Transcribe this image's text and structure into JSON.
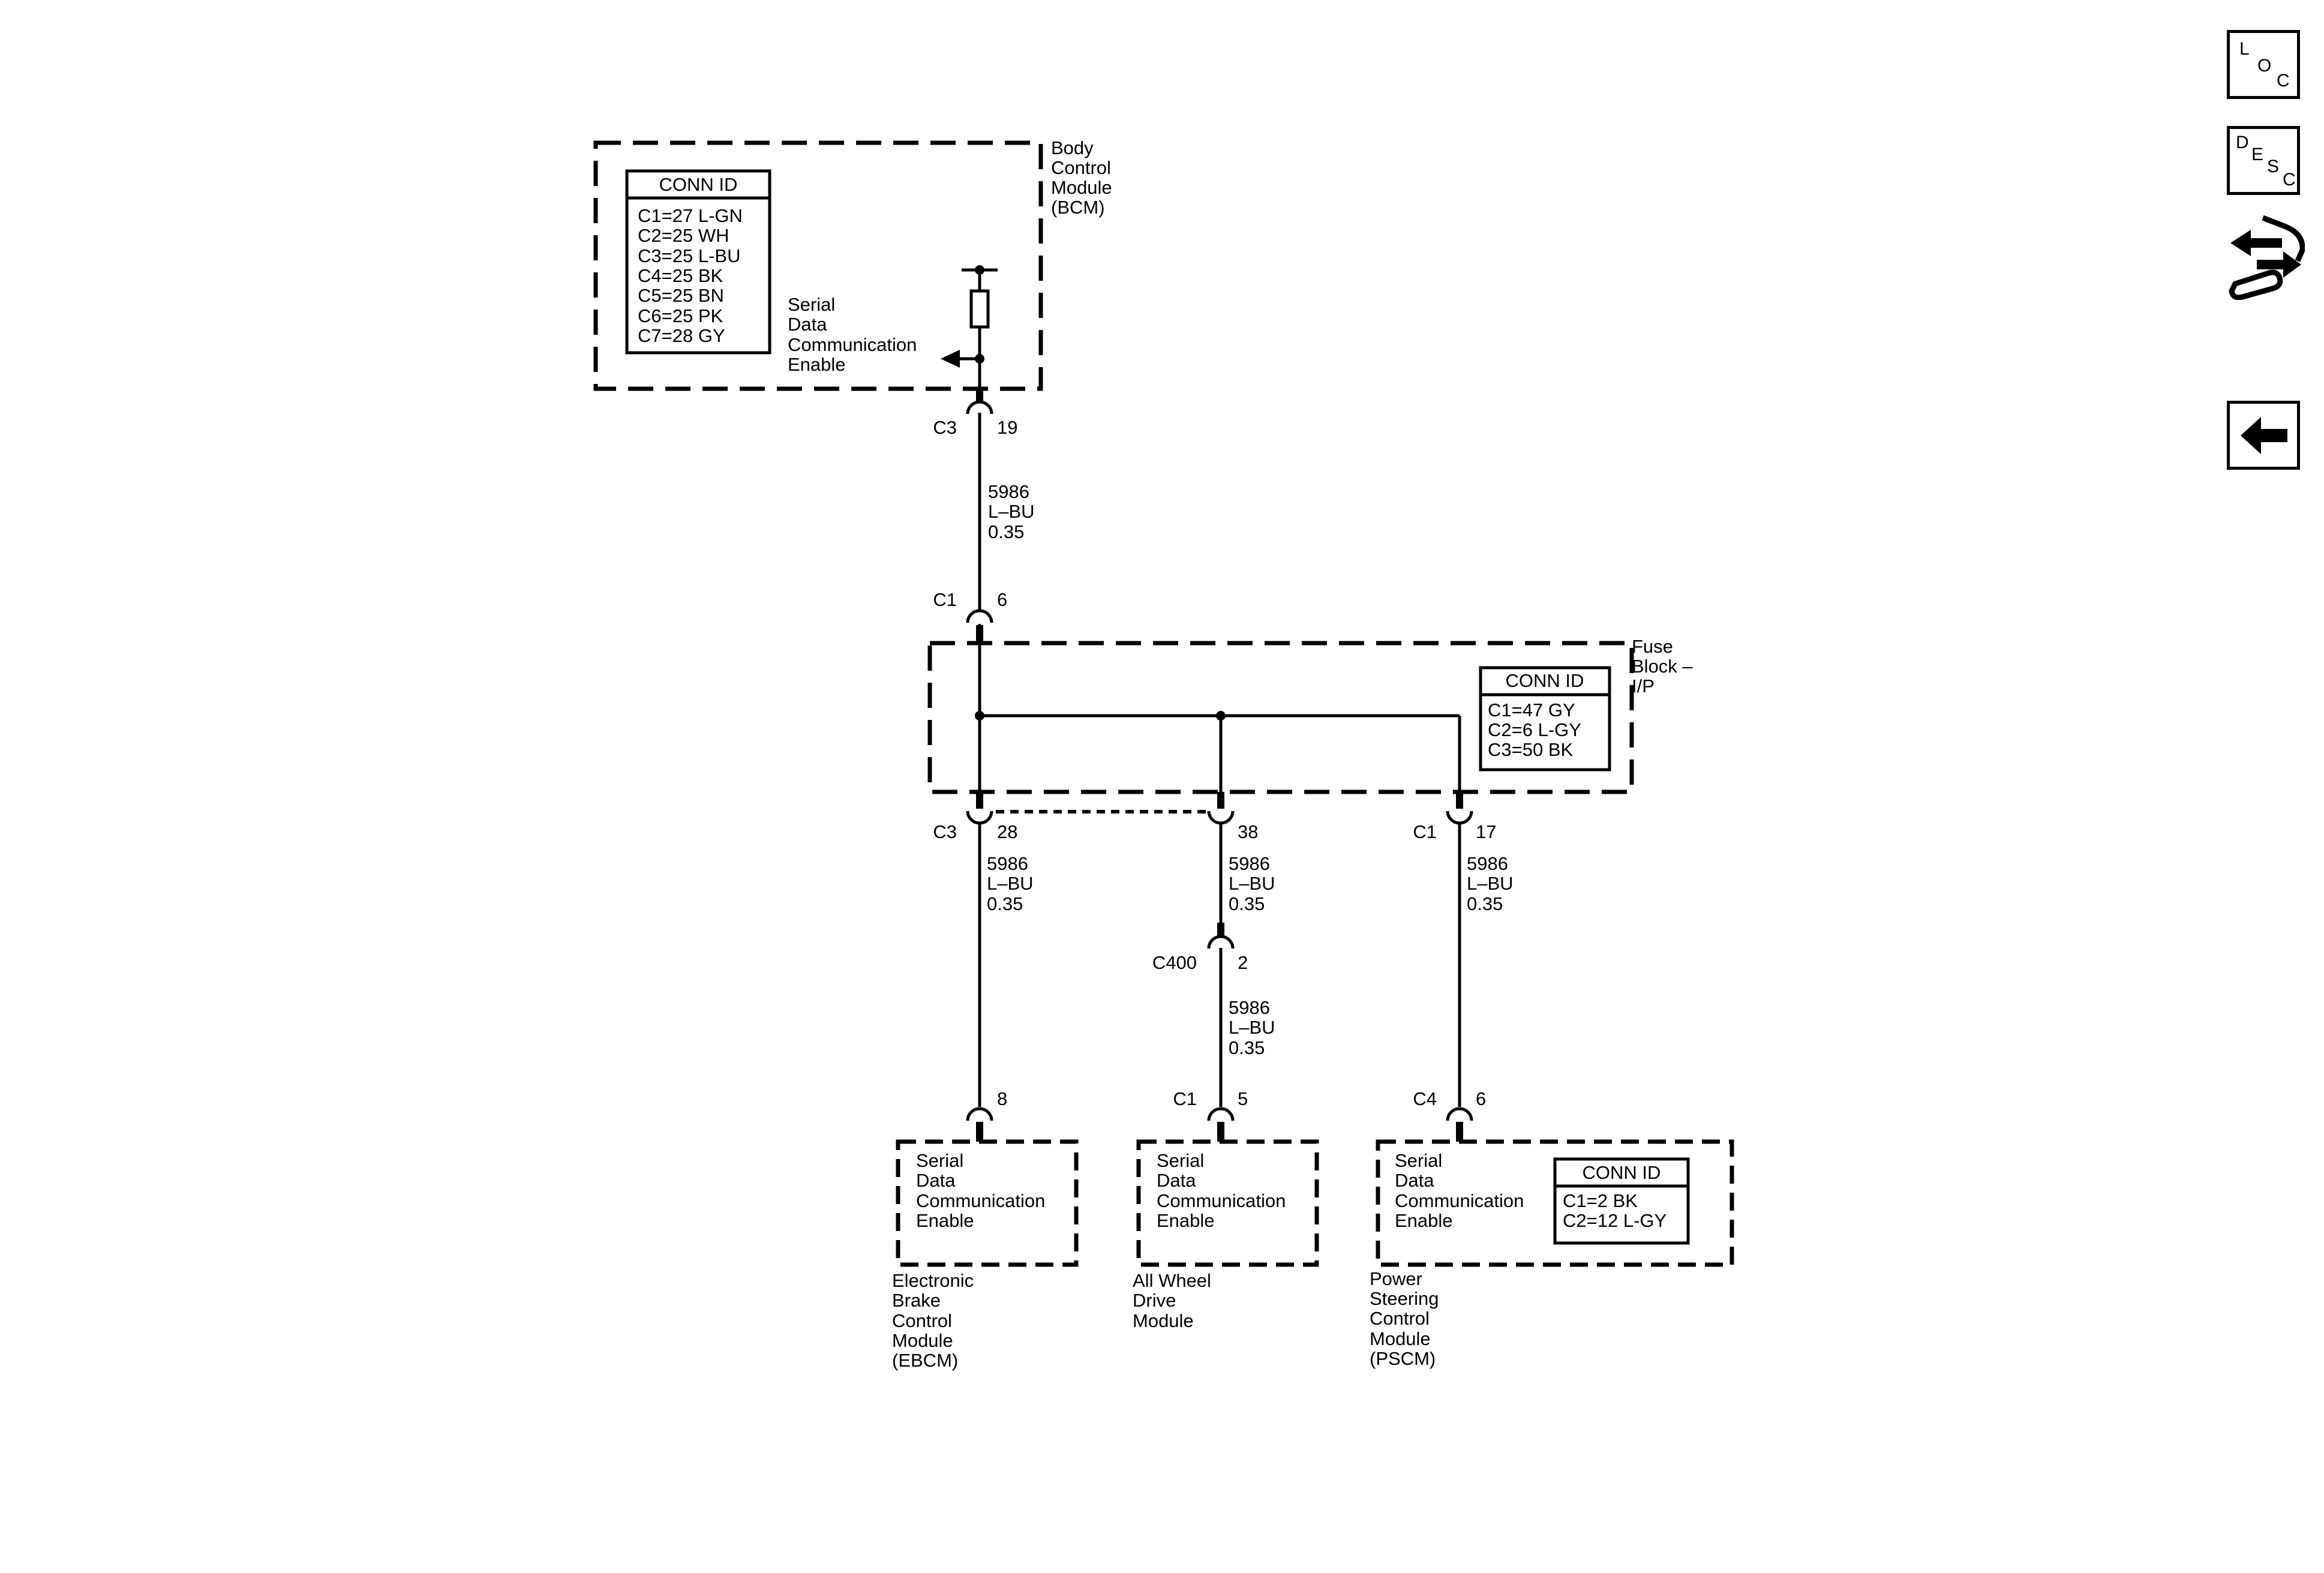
{
  "bcm": {
    "name": [
      "Body",
      "Control",
      "Module",
      "(BCM)"
    ],
    "conn_id": {
      "title": "CONN ID",
      "rows": [
        "C1=27 L-GN",
        "C2=25 WH",
        "C3=25 L-BU",
        "C4=25 BK",
        "C5=25 BN",
        "C6=25 PK",
        "C7=28 GY"
      ]
    },
    "signal": [
      "Serial",
      "Data",
      "Communication",
      "Enable"
    ],
    "connector": "C3",
    "pin": "19"
  },
  "wire_top": [
    "5986",
    "L–BU",
    "0.35"
  ],
  "fuse_block": {
    "name": [
      "Fuse",
      "Block –",
      "I/P"
    ],
    "conn_id": {
      "title": "CONN ID",
      "rows": [
        "C1=47 GY",
        "C2=6 L-GY",
        "C3=50 BK"
      ]
    },
    "in_connector": "C1",
    "in_pin": "6",
    "out_left_connector": "C3",
    "out_left_pin": "28",
    "out_mid_pin": "38",
    "out_right_connector": "C1",
    "out_right_pin": "17"
  },
  "wire_left": [
    "5986",
    "L–BU",
    "0.35"
  ],
  "wire_mid_upper": [
    "5986",
    "L–BU",
    "0.35"
  ],
  "wire_right": [
    "5986",
    "L–BU",
    "0.35"
  ],
  "inline_connector": {
    "name": "C400",
    "pin": "2"
  },
  "wire_mid_lower": [
    "5986",
    "L–BU",
    "0.35"
  ],
  "ebcm": {
    "pin": "8",
    "signal": [
      "Serial",
      "Data",
      "Communication",
      "Enable"
    ],
    "name": [
      "Electronic",
      "Brake",
      "Control",
      "Module",
      "(EBCM)"
    ]
  },
  "awd": {
    "connector": "C1",
    "pin": "5",
    "signal": [
      "Serial",
      "Data",
      "Communication",
      "Enable"
    ],
    "name": [
      "All Wheel",
      "Drive",
      "Module"
    ]
  },
  "pscm": {
    "connector": "C4",
    "pin": "6",
    "signal": [
      "Serial",
      "Data",
      "Communication",
      "Enable"
    ],
    "conn_id": {
      "title": "CONN ID",
      "rows": [
        "C1=2 BK",
        "C2=12 L-GY"
      ]
    },
    "name": [
      "Power",
      "Steering",
      "Control",
      "Module",
      "(PSCM)"
    ]
  },
  "nav": {
    "loc": [
      "L",
      "O",
      "C"
    ],
    "desc": [
      "D",
      "E",
      "S",
      "C"
    ],
    "tool_icon": "wrench-arrows-icon",
    "back_icon": "left-arrow-icon"
  }
}
